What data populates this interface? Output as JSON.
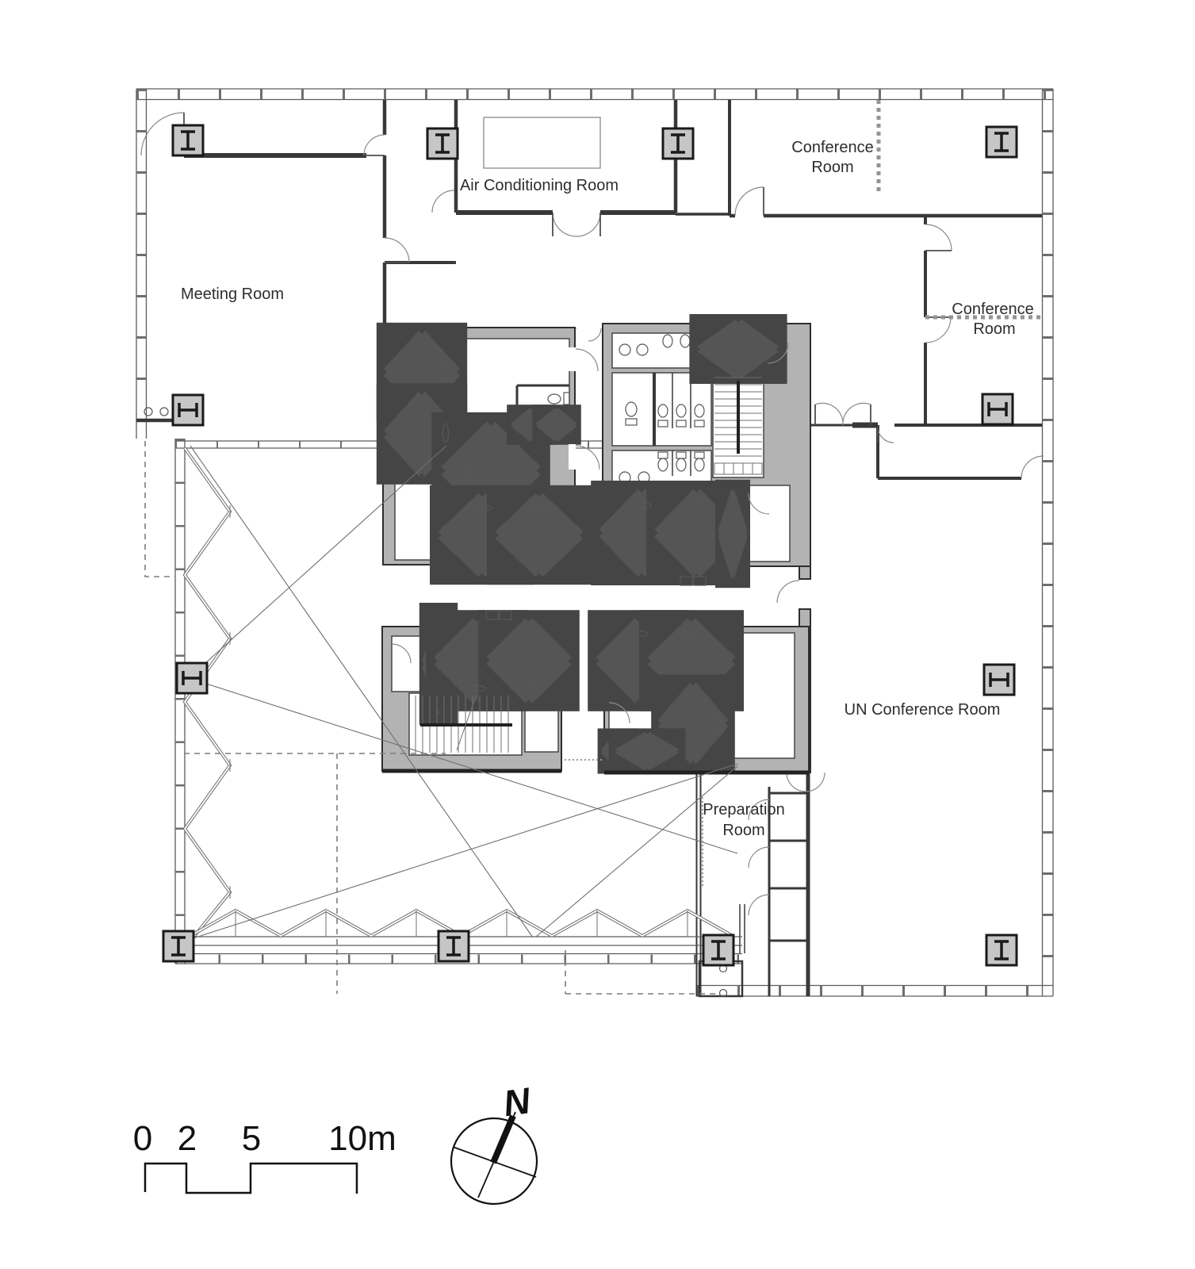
{
  "rooms": {
    "meeting": "Meeting Room",
    "air_conditioning": "Air Conditioning Room",
    "conference_top": {
      "line1": "Conference",
      "line2": "Room"
    },
    "conference_right": {
      "line1": "Conference",
      "line2": "Room"
    },
    "un_conference": "UN Conference Room",
    "preparation": {
      "line1": "Preparation",
      "line2": "Room"
    }
  },
  "scale_bar": {
    "t0": "0",
    "t2": "2",
    "t5": "5",
    "t10": "10m"
  },
  "compass": {
    "north": "N"
  },
  "colors": {
    "wall_gray": "#b3b3b3",
    "wall_dark": "#2e2e2e",
    "partition": "#383838",
    "marker_fill": "#c6c6c6",
    "ink": "#1a1a1a",
    "label": "#2d2d2d",
    "background": "#ffffff"
  }
}
